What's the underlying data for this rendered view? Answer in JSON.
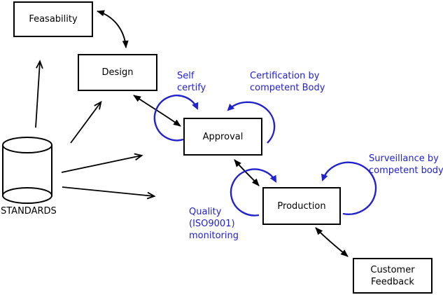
{
  "colors": {
    "accent": "#2222cc",
    "line": "#000000",
    "background": "#ffffff"
  },
  "nodes": {
    "feasability": {
      "label": "Feasability"
    },
    "design": {
      "label": "Design"
    },
    "approval": {
      "label": "Approval"
    },
    "production": {
      "label": "Production"
    },
    "customer_feedback": {
      "lines": [
        "Customer",
        "Feedback"
      ]
    }
  },
  "datastore": {
    "label": "STANDARDS"
  },
  "annotations": {
    "self_certify": {
      "lines": [
        "Self",
        "certify"
      ]
    },
    "certification": {
      "lines": [
        "Certification by",
        "competent Body"
      ]
    },
    "surveillance": {
      "lines": [
        "Surveillance by",
        "competent body"
      ]
    },
    "quality": {
      "lines": [
        "Quality",
        "(ISO9001)",
        "monitoring"
      ]
    }
  },
  "edges": [
    {
      "from": "standards",
      "to": "feasability",
      "arrows": "end"
    },
    {
      "from": "standards",
      "to": "design",
      "arrows": "end"
    },
    {
      "from": "standards",
      "to": "approval",
      "arrows": "end"
    },
    {
      "from": "standards",
      "to": "production",
      "arrows": "end"
    },
    {
      "from": "feasability",
      "to": "design",
      "arrows": "both"
    },
    {
      "from": "design",
      "to": "approval",
      "arrows": "both"
    },
    {
      "from": "approval",
      "to": "production",
      "arrows": "both"
    },
    {
      "from": "production",
      "to": "customer_feedback",
      "arrows": "both"
    },
    {
      "from": "approval",
      "to": "approval",
      "loop_label": "Self certify"
    },
    {
      "from": "approval",
      "to": "approval",
      "loop_label": "Certification by competent Body"
    },
    {
      "from": "production",
      "to": "production",
      "loop_label": "Quality (ISO9001) monitoring"
    },
    {
      "from": "production",
      "to": "production",
      "loop_label": "Surveillance by competent body"
    }
  ]
}
